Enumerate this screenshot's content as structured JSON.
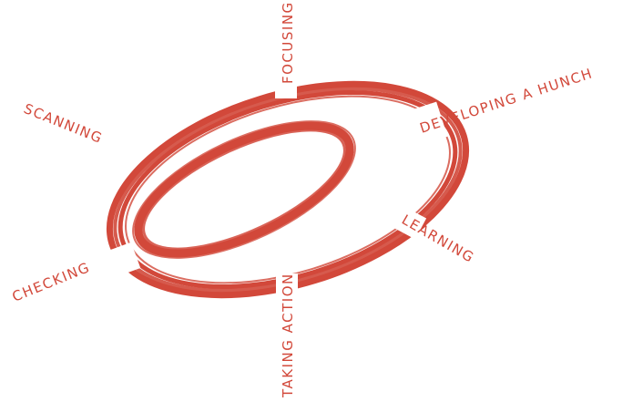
{
  "diagram": {
    "stroke_color": "#d2483a",
    "background": "#ffffff",
    "stages": [
      {
        "id": "focusing",
        "label": "FOCUSING"
      },
      {
        "id": "developing-a-hunch",
        "label": "DEVELOPING A HUNCH"
      },
      {
        "id": "learning",
        "label": "LEARNING"
      },
      {
        "id": "taking-action",
        "label": "TAKING ACTION"
      },
      {
        "id": "checking",
        "label": "CHECKING"
      },
      {
        "id": "scanning",
        "label": "SCANNING"
      }
    ]
  }
}
